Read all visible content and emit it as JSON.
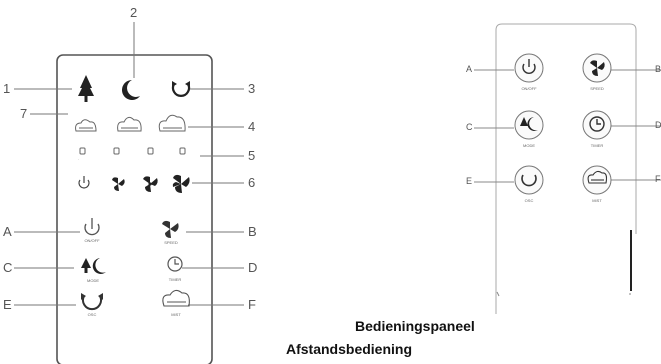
{
  "remote": {
    "callouts": {
      "n1": "1",
      "n2": "2",
      "n3": "3",
      "n4": "4",
      "n5": "5",
      "n6": "6",
      "n7": "7",
      "A": "A",
      "B": "B",
      "C": "C",
      "D": "D",
      "E": "E",
      "F": "F"
    },
    "button_labels": {
      "onoff": "ON/OFF",
      "speed": "SPEED",
      "mode": "MODE",
      "timer": "TIMER",
      "osc": "OSC",
      "mist": "MIST"
    },
    "display_icons": [
      "tree-icon",
      "moon-icon",
      "oscillation-icon",
      "cloud-low-icon",
      "cloud-mid-icon",
      "cloud-high-icon",
      "timer-indicator-icon",
      "power-icon",
      "fan-low-icon",
      "fan-mid-icon",
      "fan-high-icon"
    ]
  },
  "panel": {
    "callouts": {
      "A": "A",
      "B": "B",
      "C": "C",
      "D": "D",
      "E": "E",
      "F": "F"
    },
    "button_labels": {
      "onoff": "ON/OFF",
      "speed": "SPEED",
      "mode": "MODE",
      "timer": "TIMER",
      "osc": "OSC",
      "mist": "MIST"
    }
  },
  "captions": {
    "control_panel": "Bedieningspaneel",
    "remote_control": "Afstandsbediening"
  }
}
